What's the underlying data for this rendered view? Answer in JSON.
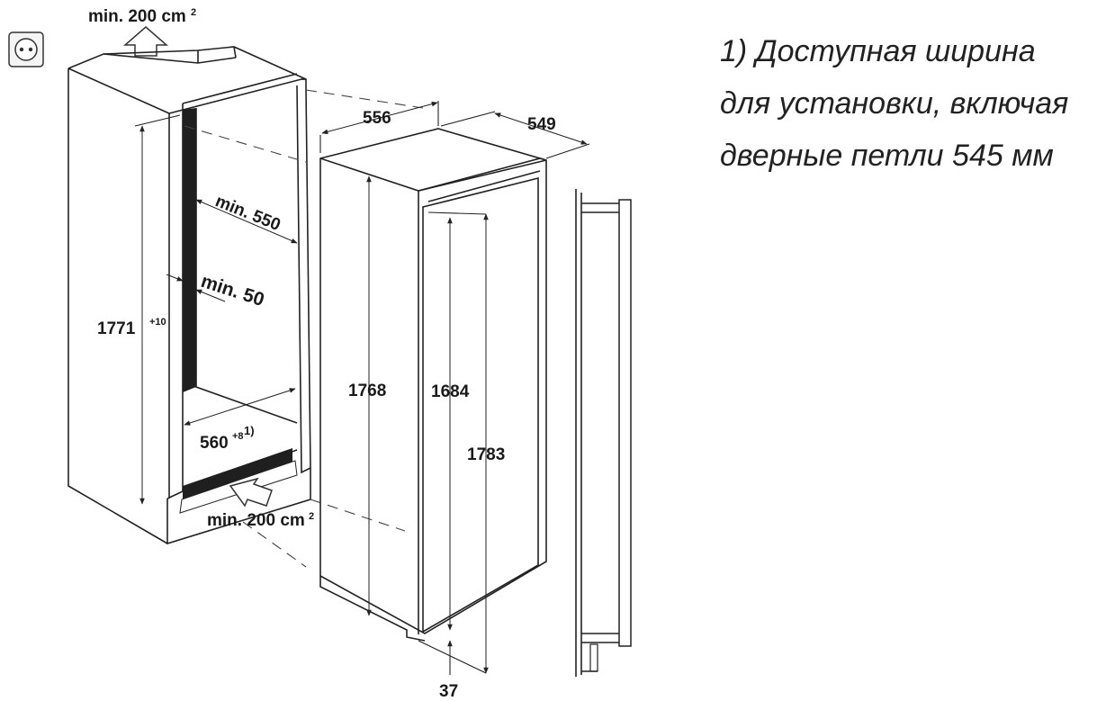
{
  "note": {
    "line1": "1) Доступная ширина",
    "line2": "для установки, включая",
    "line3": "дверные петли 545 мм"
  },
  "labels": {
    "vent_top": "min. 200 cm",
    "vent_top_sup": "2",
    "vent_bottom": "min. 200 cm",
    "vent_bottom_sup": "2",
    "depth_min": "min. 550",
    "gap_min": "min. 50",
    "niche_height": "1771",
    "niche_height_tol": "+10",
    "niche_width": "560",
    "niche_width_tol": "+8",
    "niche_width_note": "1)",
    "unit_width": "556",
    "unit_depth": "549",
    "unit_height": "1768",
    "door_height": "1684",
    "total_height": "1783",
    "bottom_offset": "37"
  },
  "icons": {
    "socket": "power-socket-icon",
    "air_out": "arrow-up-outline-icon",
    "air_in": "arrow-diagonal-outline-icon"
  }
}
